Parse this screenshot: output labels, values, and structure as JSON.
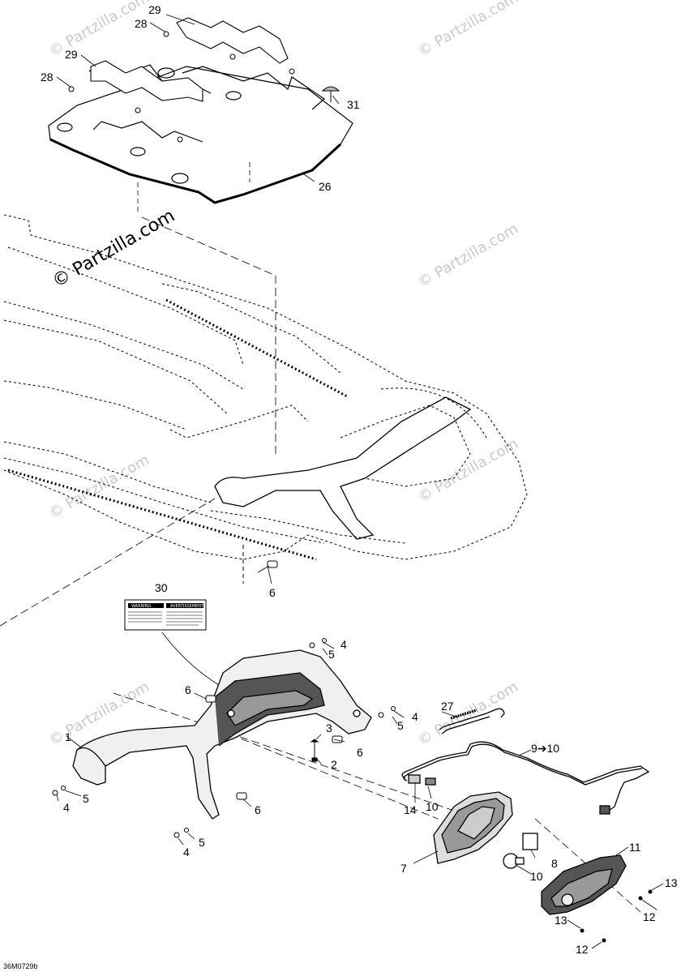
{
  "watermark": {
    "text": "© Partzilla.com",
    "main_text": "© Partzilla.com"
  },
  "figure_code": "36M0729b",
  "warning_label": {
    "heading_left": "WARNING",
    "heading_right": "AVERTISSEMENT"
  },
  "callouts": [
    {
      "id": "c29a",
      "text": "29"
    },
    {
      "id": "c28a",
      "text": "28"
    },
    {
      "id": "c29b",
      "text": "29"
    },
    {
      "id": "c28b",
      "text": "28"
    },
    {
      "id": "c31",
      "text": "31"
    },
    {
      "id": "c26",
      "text": "26"
    },
    {
      "id": "c6a",
      "text": "6"
    },
    {
      "id": "c30",
      "text": "30"
    },
    {
      "id": "c4a",
      "text": "4"
    },
    {
      "id": "c5a",
      "text": "5"
    },
    {
      "id": "c6b",
      "text": "6"
    },
    {
      "id": "c4b",
      "text": "4"
    },
    {
      "id": "c5b",
      "text": "5"
    },
    {
      "id": "c27",
      "text": "27"
    },
    {
      "id": "c3",
      "text": "3"
    },
    {
      "id": "c6c",
      "text": "6"
    },
    {
      "id": "c2",
      "text": "2"
    },
    {
      "id": "c1",
      "text": "1"
    },
    {
      "id": "c910",
      "text": "9➔10"
    },
    {
      "id": "c14",
      "text": "14"
    },
    {
      "id": "c10a",
      "text": "10"
    },
    {
      "id": "c4c",
      "text": "4"
    },
    {
      "id": "c5c",
      "text": "5"
    },
    {
      "id": "c6d",
      "text": "6"
    },
    {
      "id": "c5d",
      "text": "5"
    },
    {
      "id": "c4d",
      "text": "4"
    },
    {
      "id": "c11",
      "text": "11"
    },
    {
      "id": "c8",
      "text": "8"
    },
    {
      "id": "c7",
      "text": "7"
    },
    {
      "id": "c10b",
      "text": "10"
    },
    {
      "id": "c13a",
      "text": "13"
    },
    {
      "id": "c12a",
      "text": "12"
    },
    {
      "id": "c13b",
      "text": "13"
    },
    {
      "id": "c12b",
      "text": "12"
    }
  ]
}
